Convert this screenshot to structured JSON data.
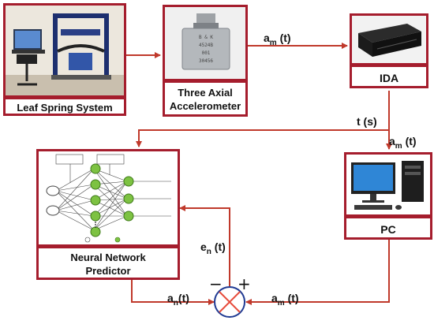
{
  "blocks": {
    "leaf_spring": {
      "caption": "Leaf Spring System"
    },
    "accelerometer": {
      "caption_line1": "Three Axial",
      "caption_line2": "Accelerometer",
      "engraving": [
        "B & K",
        "4524B",
        "001",
        "30456"
      ]
    },
    "ida": {
      "caption": "IDA"
    },
    "pc": {
      "caption": "PC"
    },
    "nn": {
      "caption_line1": "Neural Network",
      "caption_line2": "Predictor"
    }
  },
  "signals": {
    "am_top": {
      "base": "a",
      "sub": "m",
      "arg": " (t)"
    },
    "ts": {
      "text": "t (s)"
    },
    "am_right": {
      "base": "a",
      "sub": "m",
      "arg": " (t)"
    },
    "en": {
      "base": "e",
      "sub": "n",
      "arg": " (t)"
    },
    "an": {
      "base": "a",
      "sub": "n",
      "arg": "(t)"
    },
    "am_bottom": {
      "base": "a",
      "sub": "m",
      "arg": " (t)"
    }
  },
  "summing": {
    "minus": "−",
    "plus": "+"
  },
  "colors": {
    "frame": "#a51d2d",
    "line": "#c0392b"
  }
}
